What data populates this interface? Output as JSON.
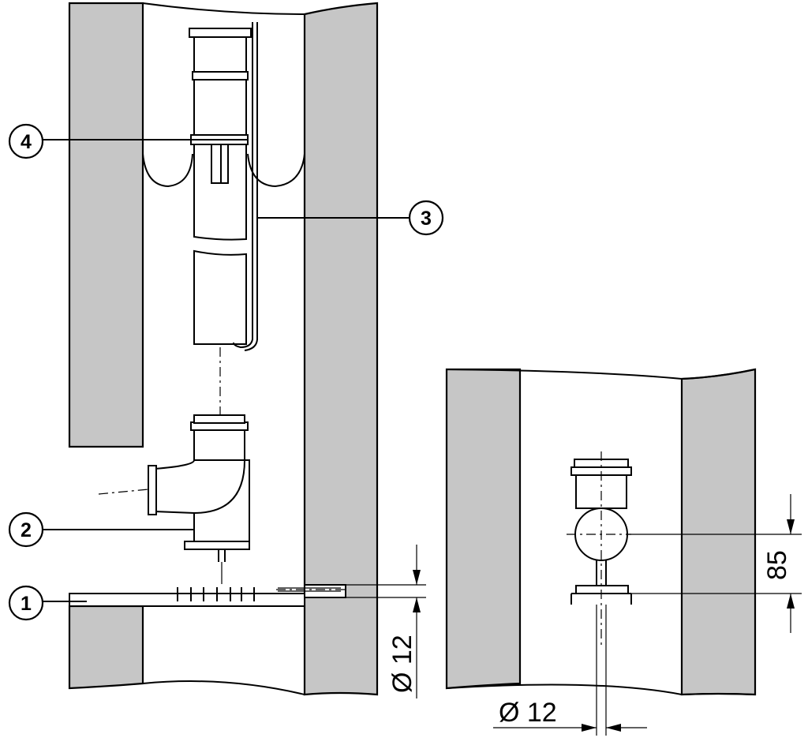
{
  "callouts": [
    {
      "id": "callout-1",
      "label": "1"
    },
    {
      "id": "callout-2",
      "label": "2"
    },
    {
      "id": "callout-3",
      "label": "3"
    },
    {
      "id": "callout-4",
      "label": "4"
    }
  ],
  "dimensions": {
    "left_hole_diameter": "Ø 12",
    "right_hole_diameter": "Ø 12",
    "right_height": "85"
  },
  "colors": {
    "wall_fill": "#c6c6c6",
    "line": "#000000",
    "background": "#ffffff"
  }
}
